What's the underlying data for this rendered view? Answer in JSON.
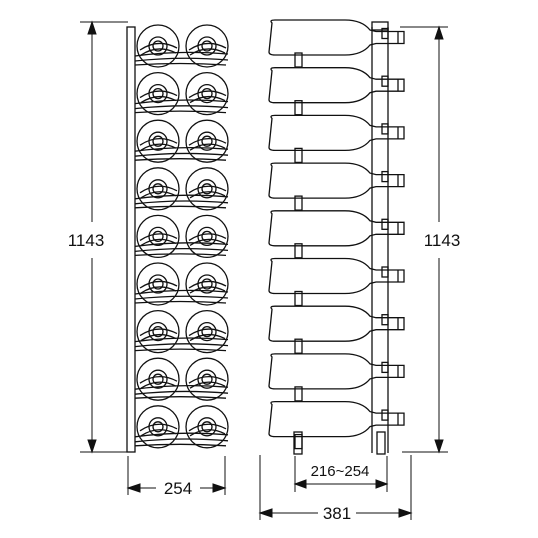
{
  "diagram": {
    "front_view": {
      "bottle_rows": 9,
      "bottles_per_row": 2
    },
    "side_view": {
      "bottle_count": 9
    },
    "dimensions": {
      "height_left": "1143",
      "height_right": "1143",
      "depth_front": "254",
      "mount_spacing": "216~254",
      "width_side": "381"
    }
  },
  "colors": {
    "line": "#111111",
    "background": "#ffffff"
  }
}
